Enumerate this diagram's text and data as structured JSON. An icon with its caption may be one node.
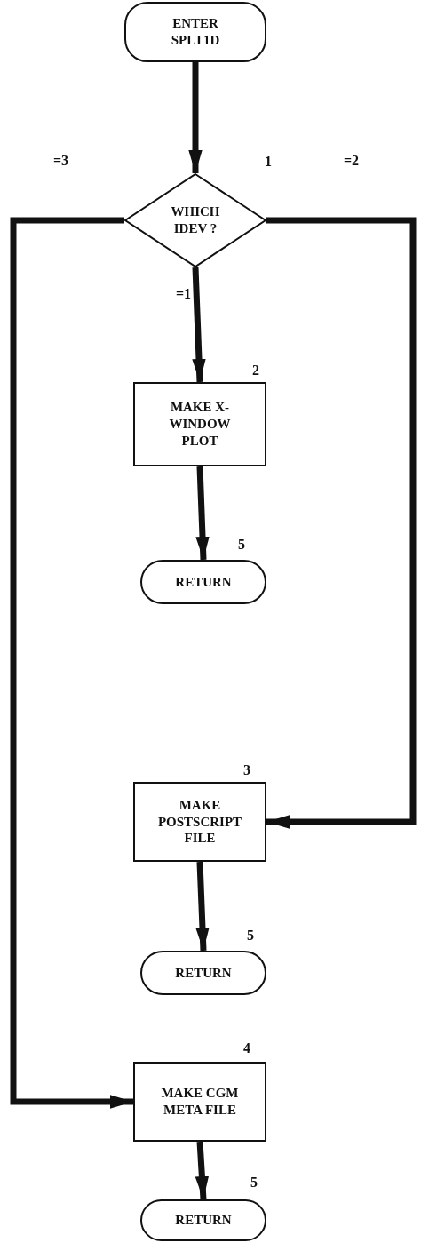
{
  "diagram": {
    "nodes": [
      {
        "text": [
          "ENTER SPLT1D"
        ]
      },
      {
        "text": [
          "WHICH IDEV ?"
        ],
        "beside": [
          "1"
        ]
      },
      {
        "text": [
          "MAKE X-WINDOW PLOT"
        ],
        "beside": [
          "2"
        ]
      },
      {
        "text": [
          "RETURN"
        ],
        "beside": [
          "5"
        ]
      },
      {
        "text": [
          "MAKE POSTSCRIPT FILE"
        ],
        "beside": [
          "3"
        ]
      },
      {
        "text": [
          "RETURN"
        ],
        "beside": [
          "5"
        ]
      },
      {
        "text": [
          "MAKE CGM META FILE"
        ],
        "beside": [
          "4"
        ]
      },
      {
        "text": [
          "RETURN"
        ],
        "beside": [
          "5"
        ]
      }
    ],
    "edges": [
      {
        "from": 0,
        "to": 1,
        "arrow": "to"
      },
      {
        "from": 1,
        "to": 2,
        "arrow": "to",
        "label": "=1"
      },
      {
        "from": 2,
        "to": 3,
        "arrow": "to"
      },
      {
        "from": 1,
        "to": 4,
        "arrow": "to",
        "label": "=2"
      },
      {
        "from": 4,
        "to": 5,
        "arrow": "to"
      },
      {
        "from": 1,
        "to": 6,
        "arrow": "to",
        "label": "=3"
      },
      {
        "from": 6,
        "to": 7,
        "arrow": "to"
      }
    ]
  }
}
